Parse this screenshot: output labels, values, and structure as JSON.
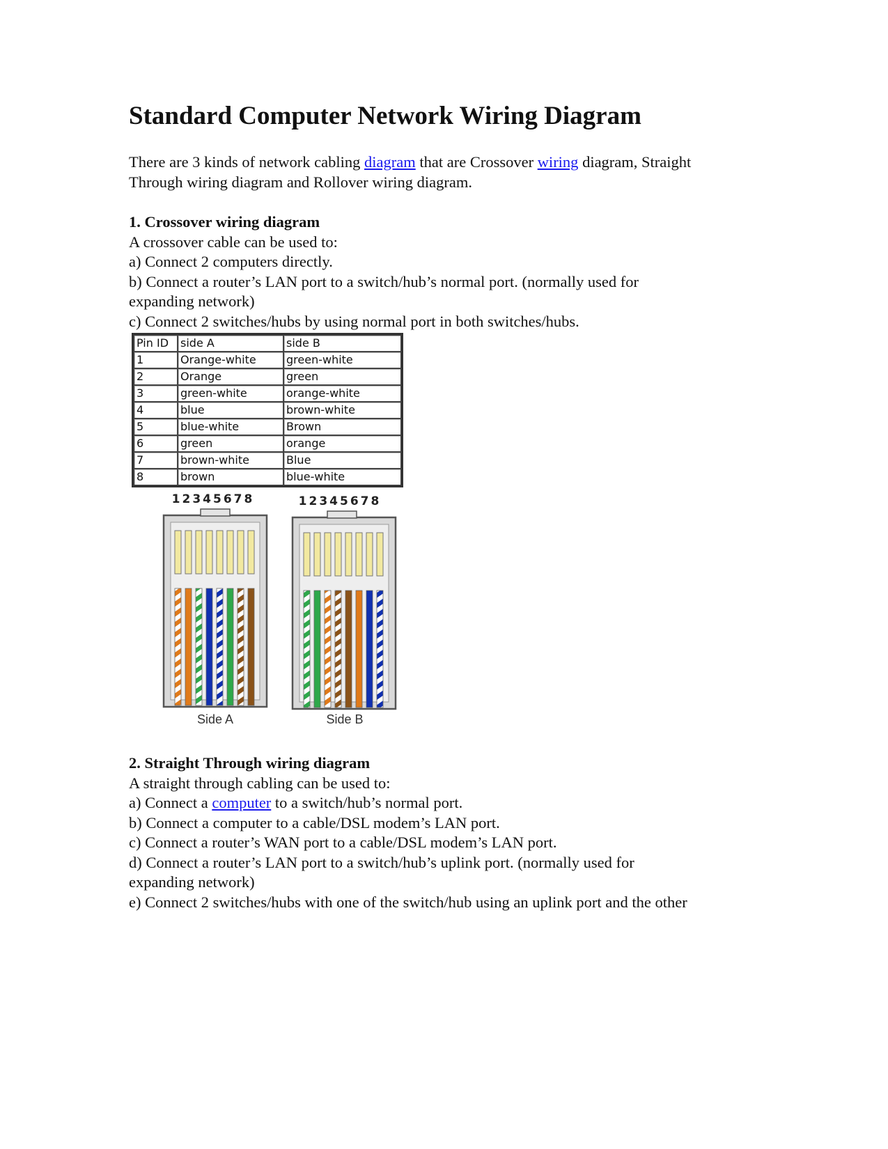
{
  "title": "Standard Computer Network Wiring Diagram",
  "intro": {
    "part1": "There are 3 kinds of network cabling ",
    "link1": "diagram",
    "part2": " that are Crossover ",
    "link2": "wiring",
    "part3": " diagram, Straight",
    "line2": "Through wiring diagram and Rollover wiring diagram."
  },
  "crossover": {
    "heading": "1. Crossover wiring diagram",
    "lead": "A crossover cable can be used to:",
    "items": [
      "a) Connect 2 computers directly.",
      "b) Connect a router’s LAN port to a switch/hub’s normal port. (normally used for",
      "expanding network)",
      "c) Connect 2 switches/hubs by using normal port in both switches/hubs."
    ],
    "table": {
      "headers": [
        "Pin ID",
        "side A",
        "side B"
      ],
      "rows": [
        [
          "1",
          "Orange-white",
          "green-white"
        ],
        [
          "2",
          "Orange",
          "green"
        ],
        [
          "3",
          "green-white",
          "orange-white"
        ],
        [
          "4",
          "blue",
          "brown-white"
        ],
        [
          "5",
          "blue-white",
          "Brown"
        ],
        [
          "6",
          "green",
          "orange"
        ],
        [
          "7",
          "brown-white",
          "Blue"
        ],
        [
          "8",
          "brown",
          "blue-white"
        ]
      ]
    },
    "figure": {
      "pin_numbers": "12345678",
      "side_a_label": "Side A",
      "side_b_label": "Side B",
      "side_a_wires": [
        "orange-white",
        "orange",
        "green-white",
        "blue",
        "blue-white",
        "green",
        "brown-white",
        "brown"
      ],
      "side_b_wires": [
        "green-white",
        "green",
        "orange-white",
        "brown-white",
        "brown",
        "orange",
        "blue",
        "blue-white"
      ],
      "colors": {
        "orange": "#e07a1a",
        "green": "#2ea84a",
        "blue": "#1030b0",
        "brown": "#8a5218",
        "white": "#ffffff",
        "contact": "#f2e9a0",
        "housing": "#d9d9d9"
      }
    }
  },
  "straight": {
    "heading": "2. Straight Through wiring diagram",
    "lead": "A straight through cabling can be used to:",
    "item_a_pre": "a) Connect a ",
    "item_a_link": "computer",
    "item_a_post": " to a switch/hub’s normal port.",
    "items": [
      "b) Connect a computer to a cable/DSL modem’s LAN port.",
      "c) Connect a router’s WAN port to a cable/DSL modem’s LAN port.",
      "d) Connect a router’s LAN port to a switch/hub’s uplink port. (normally used for",
      "expanding network)",
      "e) Connect 2 switches/hubs with one of the switch/hub using an uplink port and the other"
    ]
  }
}
